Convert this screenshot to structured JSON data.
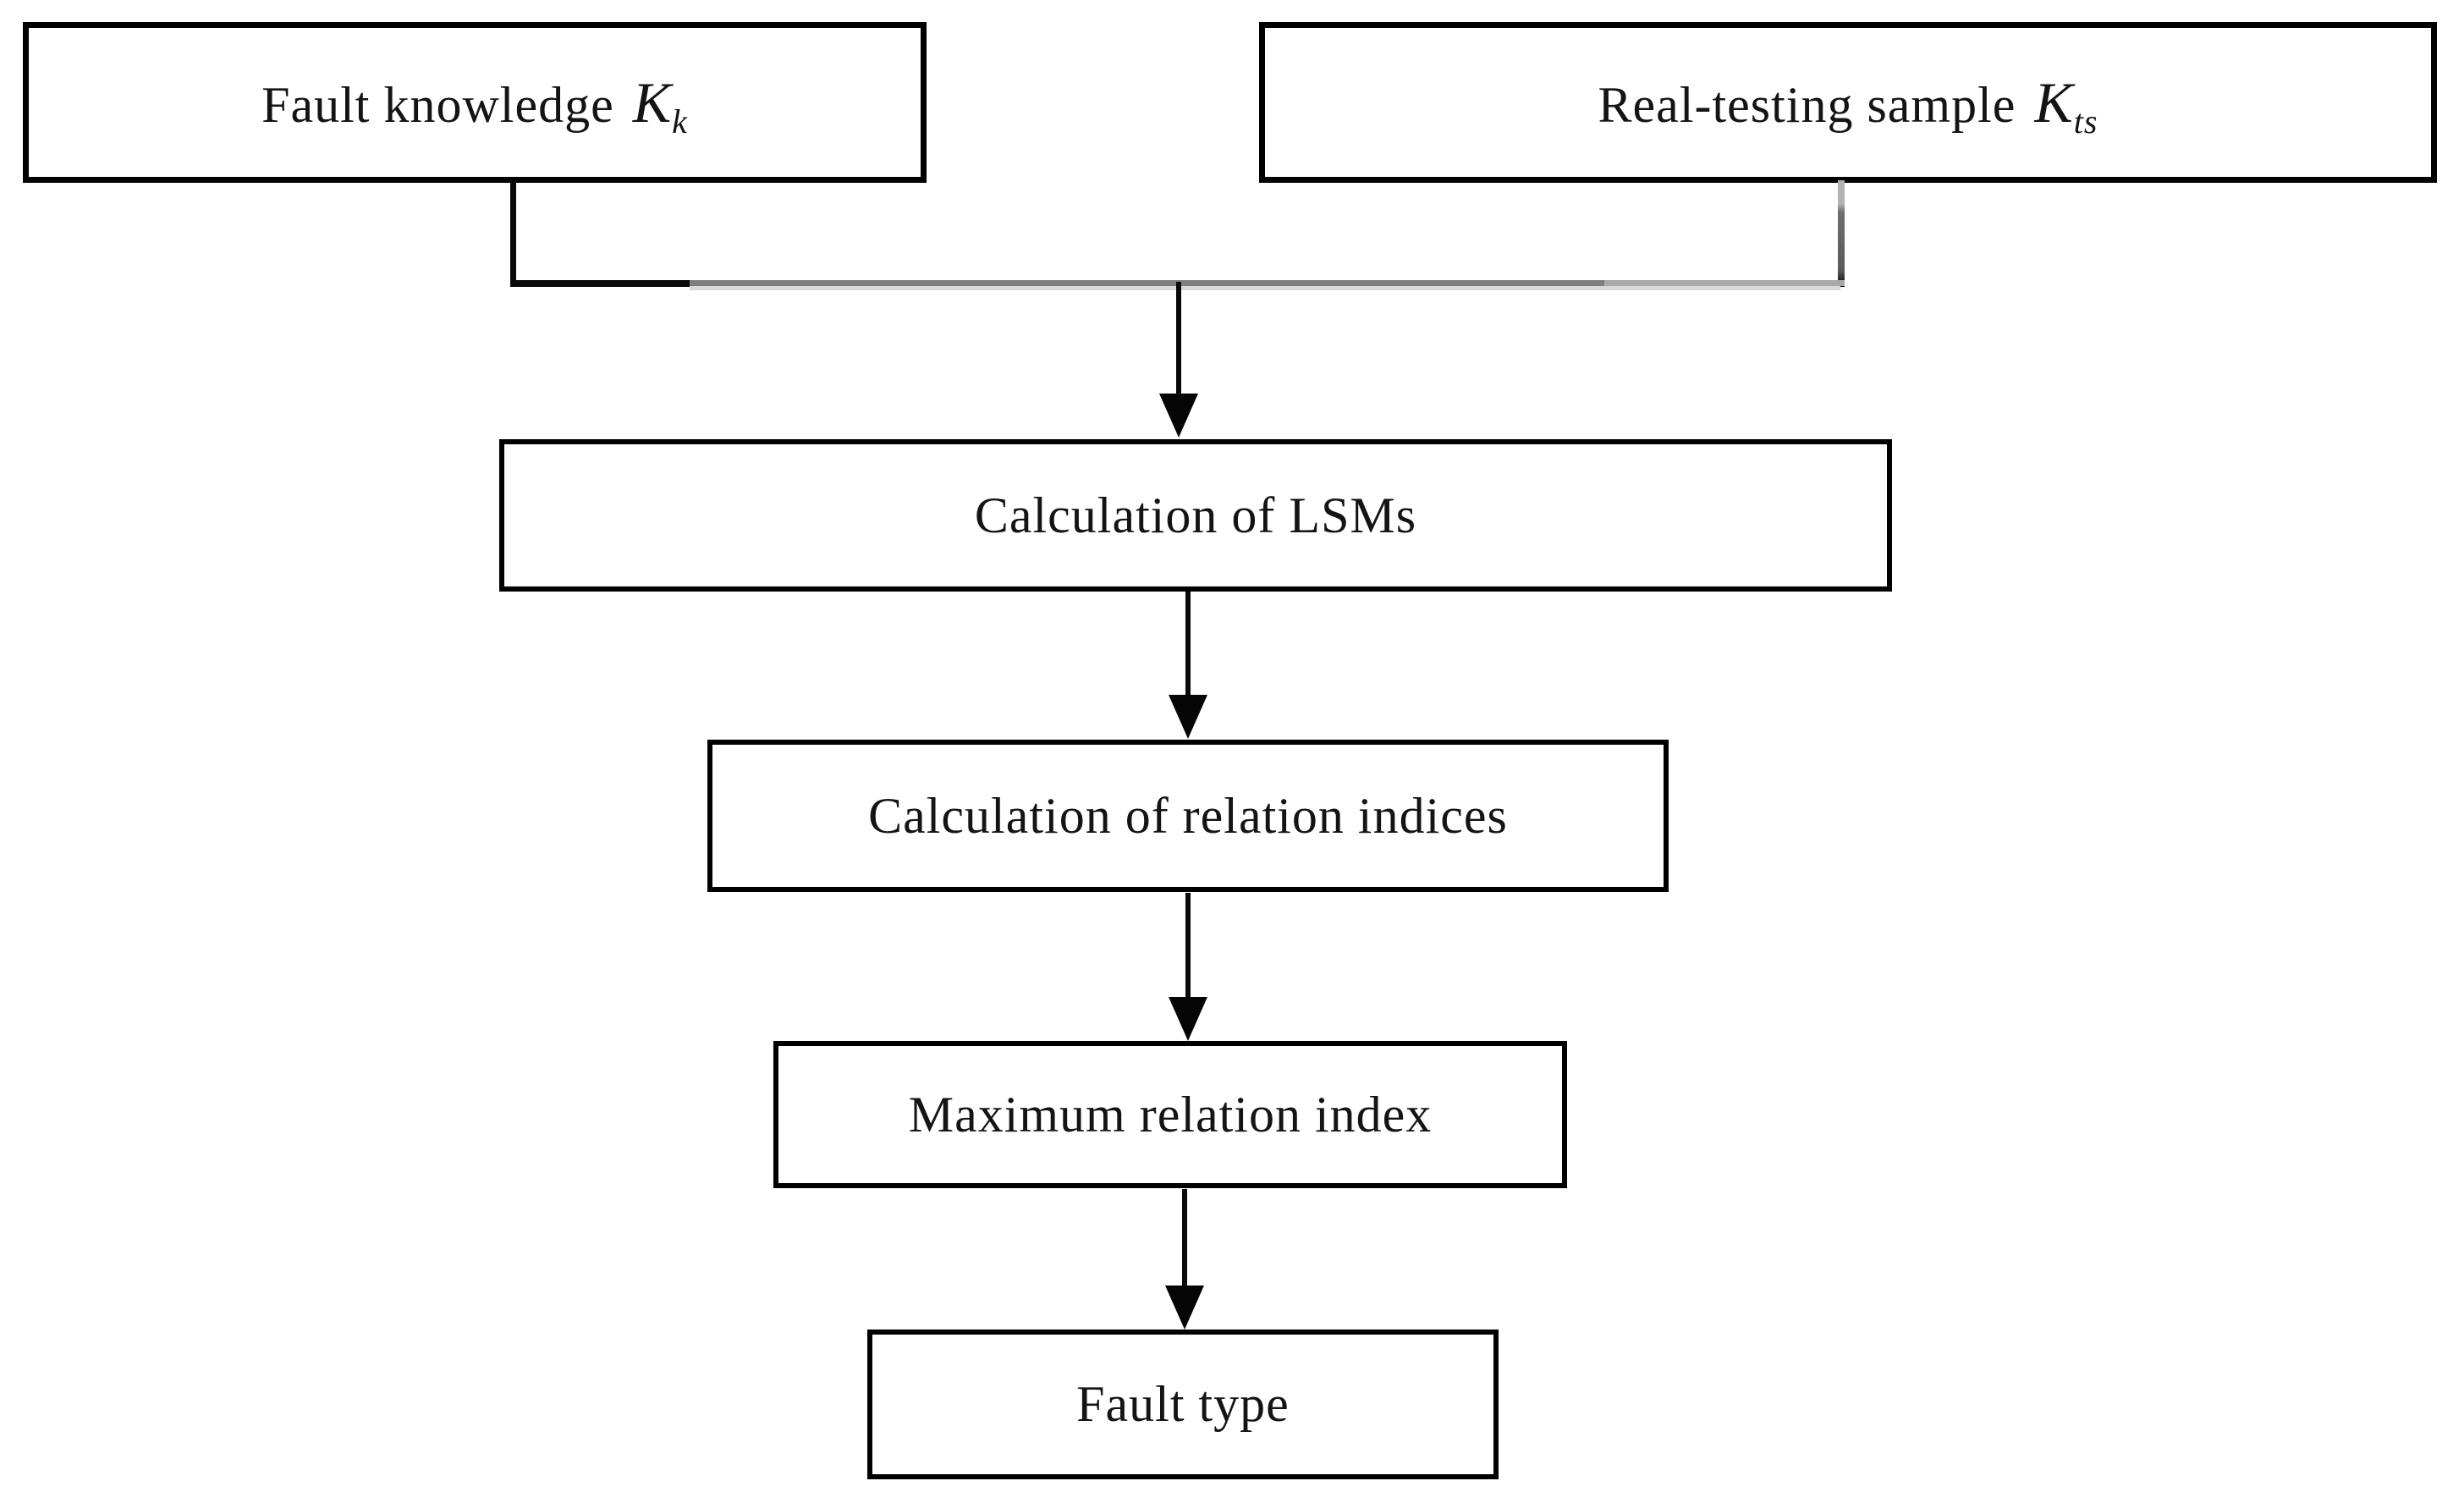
{
  "figure": {
    "type": "flowchart",
    "background": "#ffffff",
    "boxes": [
      {
        "name": "fault-knowledge",
        "text": "Fault knowledge ",
        "symbol": "K",
        "subscript": "k"
      },
      {
        "name": "real-testing-sample",
        "text": "Real-testing sample ",
        "symbol": "K",
        "subscript": "ts"
      },
      {
        "name": "calculation-of-lsms",
        "text": "Calculation of LSMs"
      },
      {
        "name": "calculation-of-relation-indices",
        "text": "Calculation of relation indices"
      },
      {
        "name": "maximum-relation-index",
        "text": "Maximum relation index"
      },
      {
        "name": "fault-type",
        "text": "Fault type"
      }
    ],
    "connectors": [
      {
        "from": "fault-knowledge",
        "to": "calculation-of-lsms"
      },
      {
        "from": "real-testing-sample",
        "to": "calculation-of-lsms"
      },
      {
        "from": "calculation-of-lsms",
        "to": "calculation-of-relation-indices"
      },
      {
        "from": "calculation-of-relation-indices",
        "to": "maximum-relation-index"
      },
      {
        "from": "maximum-relation-index",
        "to": "fault-type"
      }
    ],
    "colors": {
      "box_border": "#000000",
      "text": "#141414",
      "arrow": "#0a0a0a",
      "line_gray": "#7f7f7f",
      "line_silver": "#a9a9a9",
      "line_light": "#d9d9d9"
    }
  }
}
